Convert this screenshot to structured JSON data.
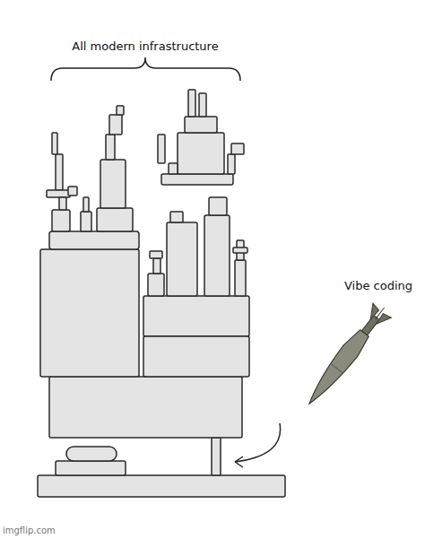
{
  "diagram": {
    "labels": [
      "All modern infrastructure",
      "Vibe coding",
      "imgflip.com"
    ]
  }
}
